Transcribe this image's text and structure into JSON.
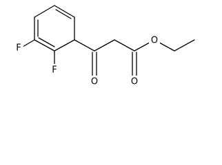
{
  "molecule": {
    "atom_labels": {
      "fluorine_meta": "F",
      "fluorine_ortho": "F",
      "ketone_oxygen": "O",
      "ester_carbonyl_oxygen": "O",
      "ester_ether_oxygen": "O"
    },
    "colors": {
      "bond": "#000000",
      "label": "#000000",
      "background": "#ffffff"
    }
  }
}
